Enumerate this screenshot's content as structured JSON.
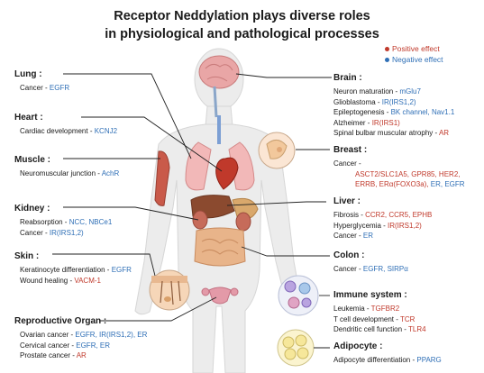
{
  "title": {
    "line1": "Receptor Neddylation plays diverse roles",
    "line2": "in physiological and pathological processes"
  },
  "legend": {
    "positive": "Positive effect",
    "negative": "Negative effect",
    "positive_color": "#c0392b",
    "negative_color": "#2f6fb6"
  },
  "sections": {
    "lung": {
      "heading": "Lung :",
      "items": [
        {
          "label": "Cancer - ",
          "pos": "",
          "neg": "EGFR"
        }
      ]
    },
    "heart": {
      "heading": "Heart :",
      "items": [
        {
          "label": "Cardiac development - ",
          "pos": "",
          "neg": "KCNJ2"
        }
      ]
    },
    "muscle": {
      "heading": "Muscle :",
      "items": [
        {
          "label": "Neuromuscular junction - ",
          "pos": "",
          "neg": "AchR"
        }
      ]
    },
    "kidney": {
      "heading": "Kidney :",
      "items": [
        {
          "label": "Reabsorption - ",
          "pos": "",
          "neg": "NCC, NBCe1"
        },
        {
          "label": "Cancer - ",
          "pos": "",
          "neg": "IR(IRS1,2)"
        }
      ]
    },
    "skin": {
      "heading": "Skin :",
      "items": [
        {
          "label": "Keratinocyte differentiation - ",
          "pos": "",
          "neg": "EGFR"
        },
        {
          "label": "Wound healing - ",
          "pos": "VACM-1",
          "neg": ""
        }
      ]
    },
    "repro": {
      "heading": "Reproductive Organ :",
      "items": [
        {
          "label": "Ovarian cancer - ",
          "pos": "",
          "neg": "EGFR, IR(IRS1,2), ER"
        },
        {
          "label": "Cervical cancer - ",
          "pos": "",
          "neg": "EGFR, ER"
        },
        {
          "label": "Prostate cancer - ",
          "pos": "AR",
          "neg": ""
        }
      ]
    },
    "brain": {
      "heading": "Brain :",
      "items": [
        {
          "label": "Neuron maturation - ",
          "pos": "",
          "neg": "mGlu7"
        },
        {
          "label": "Glioblastoma - ",
          "pos": "",
          "neg": "IR(IRS1,2)"
        },
        {
          "label": "Epileptogenesis - ",
          "pos": "",
          "neg": "BK channel, Nav1.1"
        },
        {
          "label": "Alzheimer - ",
          "pos": "IR(IRS1)",
          "neg": ""
        },
        {
          "label": "Spinal bulbar muscular atrophy - ",
          "pos": "AR",
          "neg": ""
        }
      ]
    },
    "breast": {
      "heading": "Breast :",
      "label": "Cancer -",
      "pos_line1": "ASCT2/SLC1A5, GPR85, HER2,",
      "pos_line2": "ERRB, ERα(FOXO3a),",
      "neg_line2": " ER, EGFR"
    },
    "liver": {
      "heading": "Liver :",
      "items": [
        {
          "label": "Fibrosis - ",
          "pos": "CCR2, CCR5, EPHB",
          "neg": ""
        },
        {
          "label": "Hyperglycemia - ",
          "pos": "IR(IRS1,2)",
          "neg": ""
        },
        {
          "label": "Cancer - ",
          "pos": "",
          "neg": "ER"
        }
      ]
    },
    "colon": {
      "heading": "Colon :",
      "items": [
        {
          "label": "Cancer - ",
          "pos": "",
          "neg": "EGFR, SIRPα"
        }
      ]
    },
    "immune": {
      "heading": "Immune system :",
      "items": [
        {
          "label": "Leukemia - ",
          "pos": "TGFBR2",
          "neg": ""
        },
        {
          "label": "T cell development - ",
          "pos": "TCR",
          "neg": ""
        },
        {
          "label": "Dendritic cell function - ",
          "pos": "TLR4",
          "neg": ""
        }
      ]
    },
    "adipocyte": {
      "heading": "Adipocyte :",
      "items": [
        {
          "label": "Adipocyte differentiation - ",
          "pos": "",
          "neg": "PPARG"
        }
      ]
    }
  }
}
